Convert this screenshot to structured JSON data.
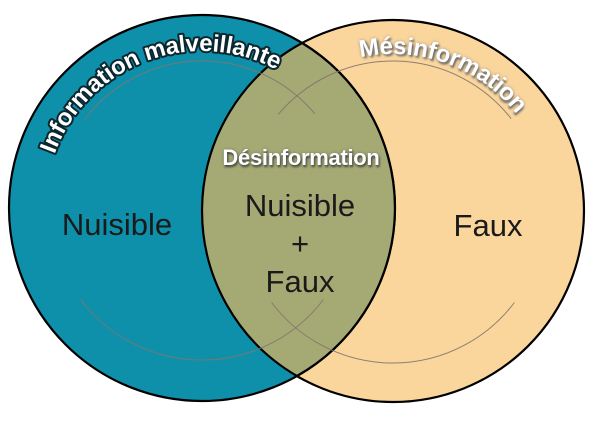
{
  "diagram": {
    "left_circle": {
      "title": "Information malveillante",
      "label": "Nuisible",
      "color": "#0f90aa"
    },
    "right_circle": {
      "title": "Mésinformation",
      "label": "Faux",
      "color": "#fbd69c"
    },
    "overlap": {
      "title": "Désinformation",
      "line1": "Nuisible",
      "line2": "+",
      "line3": "Faux",
      "color": "#a5aa75"
    },
    "outline_color": "#000000",
    "guide_arc_color": "#80756e",
    "label_text_color": "#1a1a1a",
    "title_text_color": "#ffffff",
    "background_color": "#ffffff"
  }
}
